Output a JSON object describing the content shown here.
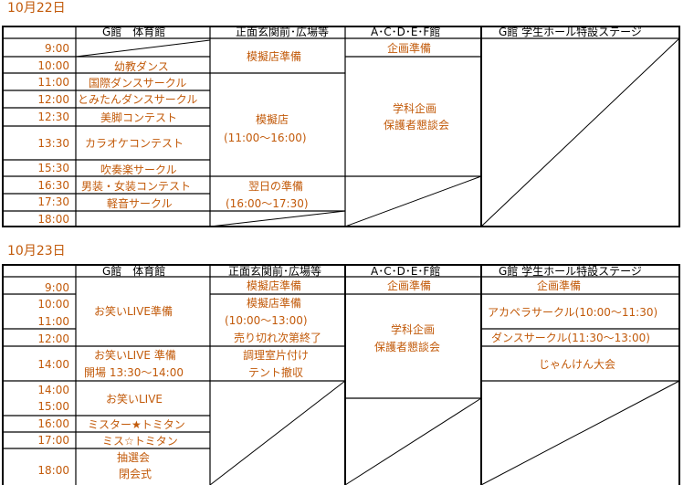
{
  "day1": {
    "date": "10月22日",
    "headers": [
      "G館　体育館",
      "正面玄関前･広場等",
      "A･C･D･E･F館",
      "G館 学生ホール特設ステージ"
    ],
    "times": [
      "9:00",
      "10:00",
      "11:00",
      "12:00",
      "12:30",
      "13:30",
      "15:30",
      "16:30",
      "17:30",
      "18:00"
    ],
    "gym": [
      "幼教ダンス",
      "国際ダンスサークル",
      "とみたんダンスサークル",
      "美脚コンテスト",
      "カラオケコンテスト",
      "吹奏楽サークル",
      "男装・女装コンテスト",
      "軽音サークル"
    ],
    "plaza": {
      "prep": "模擬店準備",
      "shop": "模擬店",
      "shop_time": "(11:00～16:00)",
      "next": "翌日の準備",
      "next_time": "(16:00～17:30)"
    },
    "acdef": {
      "prep": "企画準備",
      "main1": "学科企画",
      "main2": "保護者懇談会"
    }
  },
  "day2": {
    "date": "10月23日",
    "headers": [
      "G館　体育館",
      "正面玄関前･広場等",
      "A･C･D･E･F館",
      "G館 学生ホール特設ステージ"
    ],
    "times": [
      "9:00",
      "10:00",
      "11:00",
      "12:00",
      "14:00",
      "14:00",
      "15:00",
      "16:00",
      "17:00",
      "18:00"
    ],
    "gym": {
      "live_prep": "お笑いLIVE準備",
      "live_prep2": "お笑いLIVE 準備",
      "open": "開場 13:30～14:00",
      "live": "お笑いLIVE",
      "mister": "ミスター★トミタン",
      "miss": "ミス☆トミタン",
      "lottery": "抽選会",
      "closing": "閉会式"
    },
    "plaza": {
      "prep1": "模擬店準備",
      "prep2": "模擬店準備",
      "time": "(10:00～13:00)",
      "sold": "売り切れ次第終了",
      "clean": "調理室片付け",
      "tent": "テント撤収"
    },
    "acdef": {
      "prep": "企画準備",
      "main1": "学科企画",
      "main2": "保護者懇談会"
    },
    "stage": {
      "prep": "企画準備",
      "acap": "アカペラサークル(10:00～11:30)",
      "dance": "ダンスサークル(11:30～13:00)",
      "janken": "じゃんけん大会"
    }
  }
}
